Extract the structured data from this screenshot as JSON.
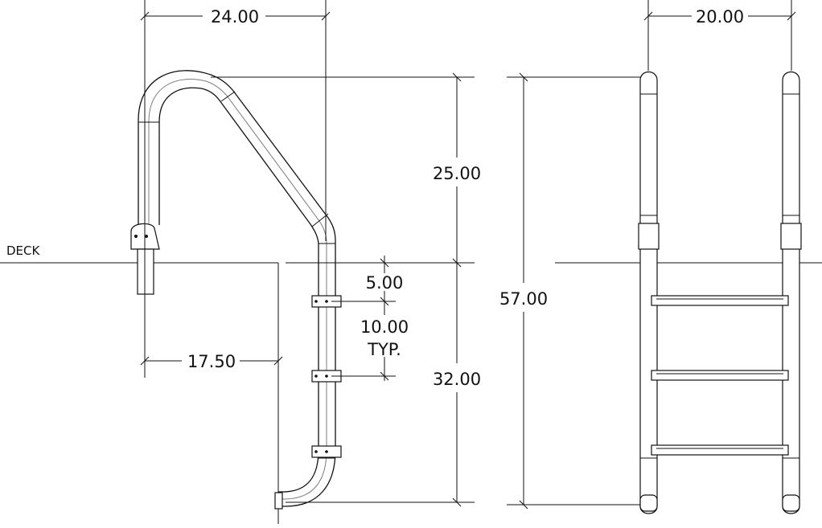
{
  "diagram": {
    "side_view": {
      "deck_label": "DECK",
      "dim_width_top": "24.00",
      "dim_upper_height": "25.00",
      "dim_step_offset": "5.00",
      "dim_step_spacing_line1": "10.00",
      "dim_step_spacing_line2": "TYP.",
      "dim_lower_height": "32.00",
      "dim_base_offset": "17.50"
    },
    "front_view": {
      "dim_width": "20.00",
      "dim_total_height": "57.00"
    },
    "colors": {
      "line": "#111111",
      "background": "#ffffff"
    }
  }
}
